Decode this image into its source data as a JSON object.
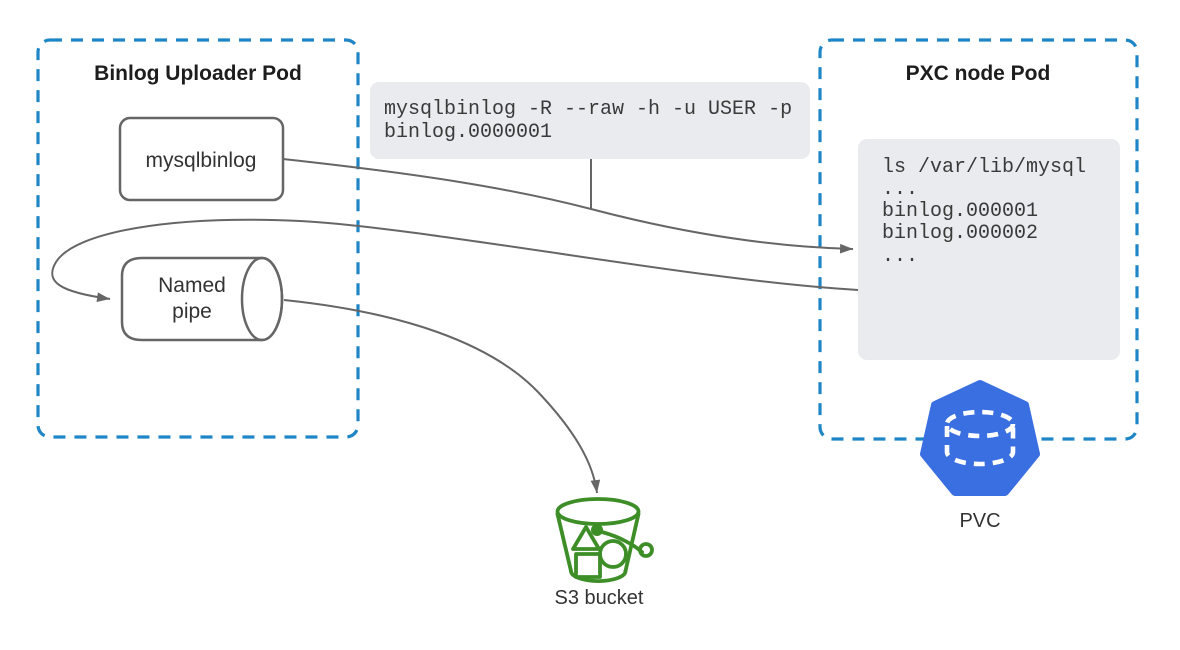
{
  "diagram": {
    "left_pod": {
      "title": "Binlog Uploader Pod"
    },
    "right_pod": {
      "title": "PXC node Pod"
    },
    "nodes": {
      "mysqlbinlog": {
        "label": "mysqlbinlog"
      },
      "named_pipe": {
        "line1": "Named",
        "line2": "pipe"
      },
      "pvc": {
        "label": "PVC"
      },
      "s3_bucket": {
        "label": "S3 bucket"
      }
    },
    "code_blocks": {
      "command": {
        "line1": "mysqlbinlog -R --raw -h -u USER -p",
        "line2": "binlog.0000001"
      },
      "listing": {
        "lines": [
          "ls /var/lib/mysql",
          "...",
          "binlog.000001",
          "binlog.000002",
          "..."
        ]
      }
    }
  },
  "colors": {
    "pod_border": "#1E86C7",
    "shape_stroke": "#666666",
    "connector": "#666666",
    "code_bg": "#E9EBEE",
    "pvc_fill": "#3A6FE2",
    "s3_green": "#3E8E28"
  }
}
